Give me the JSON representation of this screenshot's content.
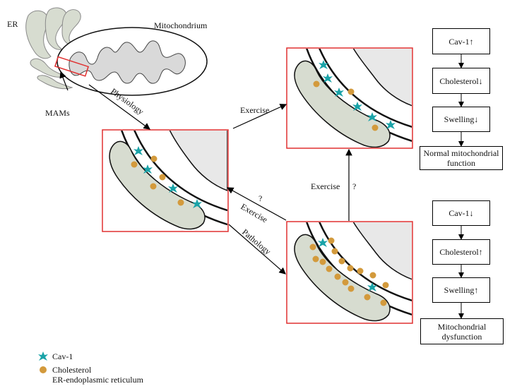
{
  "labels": {
    "er": "ER",
    "mitochondrium": "Mitochondrium",
    "mams": "MAMs",
    "physiology": "Physiology",
    "pathology": "Pathology",
    "exercise_top": "Exercise",
    "exercise_mid": "Exercise",
    "exercise_q": "?",
    "exercise_vertical": "Exercise",
    "exercise_vertical_q": "?"
  },
  "flow_top": [
    "Cav-1↑",
    "Cholesterol↓",
    "Swelling↓",
    "Normal mitochondrial function"
  ],
  "flow_bottom": [
    "Cav-1↓",
    "Cholesterol↑",
    "Swelling↑",
    "Mitochondrial dysfunction"
  ],
  "legend": {
    "cav1": "Cav-1",
    "cholesterol": "Cholesterol",
    "er_note": "ER-endoplasmic reticulum"
  },
  "colors": {
    "cav1": "#1aa3a8",
    "cholesterol": "#d39a3c",
    "er_fill": "#d7dcd0",
    "box_border": "#e03030",
    "mito_fill": "#f2f2f2"
  }
}
